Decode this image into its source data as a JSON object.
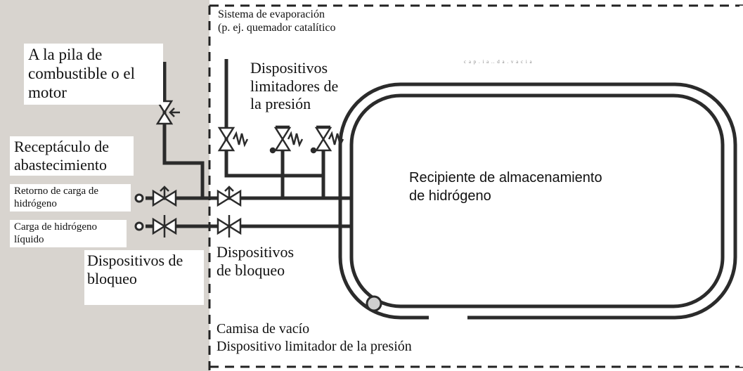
{
  "labels": {
    "fuel_cell_line1": "A la pila de",
    "fuel_cell_line2": "combustible o el",
    "fuel_cell_line3": "motor",
    "evap_line1": "Sistema de evaporación",
    "evap_line2": "(p. ej. quemador catalítico",
    "prv_line1": "Dispositivos",
    "prv_line2": "limitadores de",
    "prv_line3": "la presión",
    "receptacle_line1": "Receptáculo de",
    "receptacle_line2": "abastecimiento",
    "return_line1": "Retorno de carga de",
    "return_line2": "hidrógeno",
    "liquid_line1": "Carga de hidrógeno",
    "liquid_line2": "líquido",
    "shutoff_left_line1": "Dispositivos de",
    "shutoff_left_line2": "bloqueo",
    "shutoff_mid_line1": "Dispositivos",
    "shutoff_mid_line2": "de bloqueo",
    "container_line1": "Recipiente de almacenamiento",
    "container_line2": "de hidrógeno",
    "jacket_line1": "Camisa de vacío",
    "jacket_line2": "Dispositivo limitador de la presión",
    "faint_text": "c a p . i a .. d a . v a c i a"
  },
  "colors": {
    "zone_fill": "#d8d4cf",
    "line": "#2b2b2b",
    "label_bg": "#ffffff"
  }
}
